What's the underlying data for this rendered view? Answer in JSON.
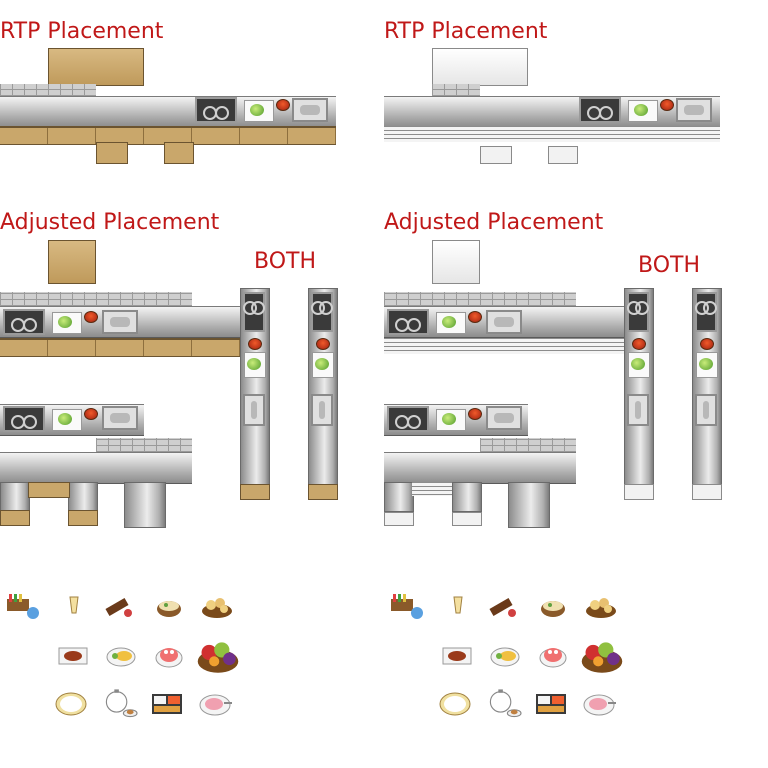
{
  "labels": {
    "rtp_left": "RTP Placement",
    "rtp_right": "RTP Placement",
    "adjusted_left": "Adjusted Placement",
    "adjusted_right": "Adjusted Placement",
    "both_left": "BOTH",
    "both_right": "BOTH"
  },
  "colors": {
    "label": "#c01818",
    "wood": "#c9a76b",
    "white_cabinet": "#f2f2f2",
    "steel": "#b8b8b8"
  },
  "variants": [
    "wood-cabinets",
    "white-cabinets"
  ],
  "food_icons": [
    [
      "spice-rack-icon",
      "drink-glass-icon",
      "wine-and-cheese-icon",
      "ramen-bowl-icon",
      "bread-basket-icon"
    ],
    [
      "steak-plate-icon",
      "omelette-plate-icon",
      "strawberry-cake-icon",
      "fruit-basket-icon"
    ],
    [
      "empty-plate-icon",
      "tea-set-icon",
      "bento-box-icon",
      "ham-plate-icon"
    ]
  ]
}
